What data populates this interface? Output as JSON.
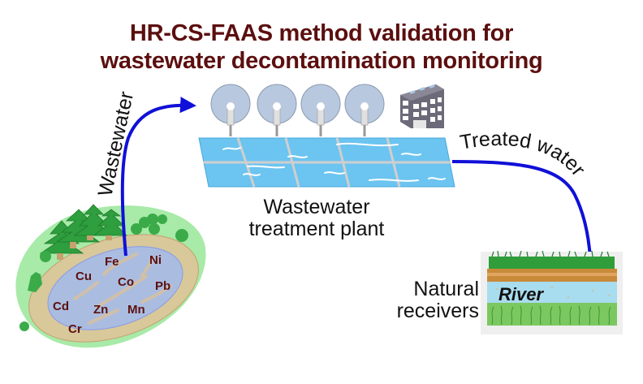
{
  "title": {
    "line1": "HR-CS-FAAS method validation for",
    "line2": "wastewater decontamination monitoring"
  },
  "flow_labels": {
    "inflow": "Wastewater",
    "outflow": "Treated water"
  },
  "plant": {
    "label_line1": "Wastewater",
    "label_line2": "treatment plant",
    "filter_count": 4,
    "building_icon": "factory-building-icon"
  },
  "source": {
    "metals": [
      "Fe",
      "Ni",
      "Cu",
      "Co",
      "Pb",
      "Cd",
      "Zn",
      "Mn",
      "Cr"
    ]
  },
  "receiver": {
    "label_line1": "Natural",
    "label_line2": "receivers",
    "river_label": "River"
  },
  "colors": {
    "title": "#5c0f0f",
    "arrow": "#1010d8",
    "metal_text": "#5c0f0f",
    "pond_water": "#aabde0",
    "pond_shore": "#d8c89a",
    "meadow": "#a8eaa8",
    "tank_water": "#6cc4f0",
    "tree": "#2e9e3e"
  }
}
